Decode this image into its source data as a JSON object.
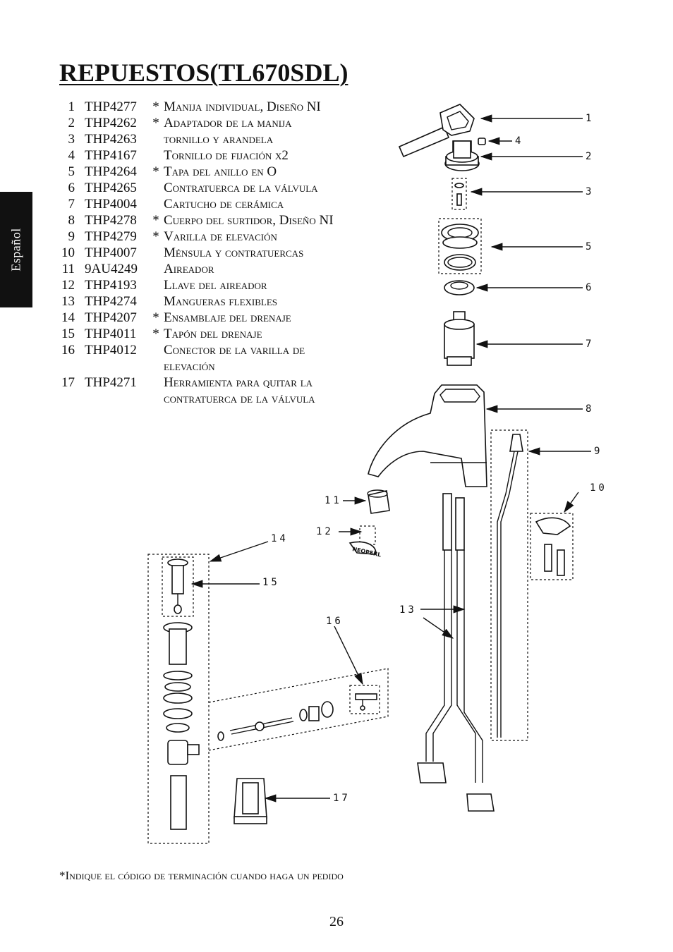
{
  "side_tab": "Español",
  "title": "REPUESTOS(TL670SDL)",
  "parts": [
    {
      "no": "1",
      "code": "THP4277",
      "star": "*",
      "desc": [
        "Manija individual, Diseño NI"
      ]
    },
    {
      "no": "2",
      "code": "THP4262",
      "star": "*",
      "desc": [
        "Adaptador de la manija"
      ]
    },
    {
      "no": "3",
      "code": "THP4263",
      "star": "",
      "desc": [
        "tornillo y arandela"
      ]
    },
    {
      "no": "4",
      "code": "THP4167",
      "star": "",
      "desc": [
        "Tornillo de fijación x2"
      ]
    },
    {
      "no": "5",
      "code": "THP4264",
      "star": "*",
      "desc": [
        "Tapa del anillo en O"
      ]
    },
    {
      "no": "6",
      "code": "THP4265",
      "star": "",
      "desc": [
        "Contratuerca de la válvula"
      ]
    },
    {
      "no": "7",
      "code": "THP4004",
      "star": "",
      "desc": [
        "Cartucho de cerámica"
      ]
    },
    {
      "no": "8",
      "code": "THP4278",
      "star": "*",
      "desc": [
        "Cuerpo del surtidor, Diseño NI"
      ]
    },
    {
      "no": "9",
      "code": "THP4279",
      "star": "*",
      "desc": [
        "Varilla de elevación"
      ]
    },
    {
      "no": "10",
      "code": "THP4007",
      "star": "",
      "desc": [
        "Ménsula y contratuercas"
      ]
    },
    {
      "no": "11",
      "code": "9AU4249",
      "star": "",
      "desc": [
        "Aireador"
      ]
    },
    {
      "no": "12",
      "code": "THP4193",
      "star": "",
      "desc": [
        "Llave del aireador"
      ]
    },
    {
      "no": "13",
      "code": "THP4274",
      "star": "",
      "desc": [
        "Mangueras flexibles"
      ]
    },
    {
      "no": "14",
      "code": "THP4207",
      "star": "*",
      "desc": [
        "Ensamblaje del drenaje"
      ]
    },
    {
      "no": "15",
      "code": "THP4011",
      "star": "*",
      "desc": [
        "Tapón del drenaje"
      ]
    },
    {
      "no": "16",
      "code": "THP4012",
      "star": "",
      "desc": [
        "Conector de la varilla de",
        "elevación"
      ]
    },
    {
      "no": "17",
      "code": "THP4271",
      "star": "",
      "desc": [
        "Herramienta para quitar la",
        "contratuerca de la válvula"
      ]
    }
  ],
  "callouts": {
    "c1": "1",
    "c2": "2",
    "c3": "3",
    "c4": "4",
    "c5": "5",
    "c6": "6",
    "c7": "7",
    "c8": "8",
    "c9": "9",
    "c10": "10",
    "c11": "11",
    "c12": "12",
    "c13": "13",
    "c14": "14",
    "c15": "15",
    "c16": "16",
    "c17": "17"
  },
  "aerator_key_logo": "NEOPERL",
  "footnote": "*Indique el código de terminación cuando haga un pedido",
  "page_number": "26"
}
